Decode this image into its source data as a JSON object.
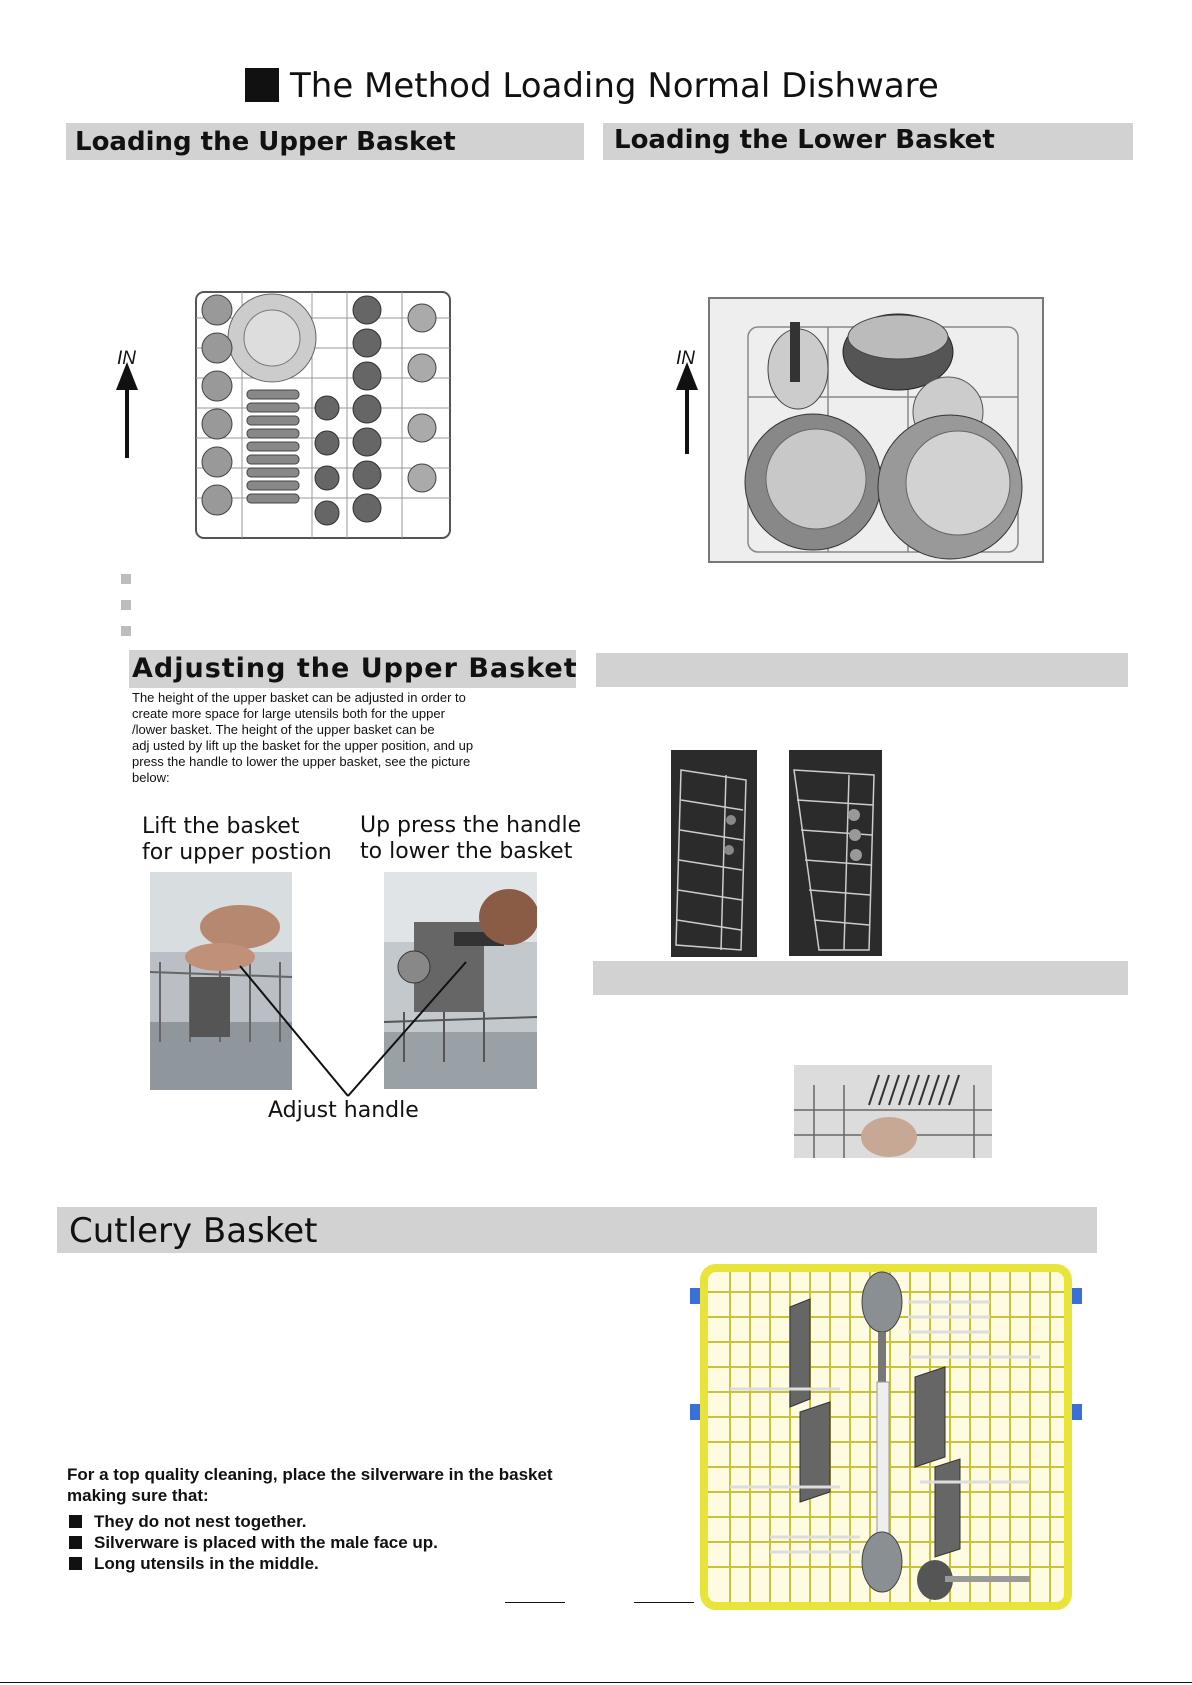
{
  "page": {
    "main_title": "The Method Loading Normal Dishware"
  },
  "upper_basket": {
    "heading": "Loading the Upper Basket",
    "direction_label": "IN"
  },
  "lower_basket": {
    "heading": "Loading the Lower Basket",
    "direction_label": "IN"
  },
  "adjusting": {
    "heading": "Adjusting the Upper Basket",
    "body_lines": [
      "The height of the upper basket can be adjusted in order to",
      "create more space for large utensils both for the upper",
      "/lower basket. The height of  the upper basket can be",
      "adj usted  by lift up the basket for the upper position, and up",
      "press the handle to lower the upper basket, see the picture",
      "below:"
    ],
    "caption_left_1": "Lift the basket",
    "caption_left_2": "for upper postion",
    "caption_right_1": "Up press the handle",
    "caption_right_2": "to lower the basket",
    "handle_label": "Adjust handle"
  },
  "cutlery": {
    "heading": "Cutlery Basket",
    "intro_1": "For a  top quality cleaning, place the silverware in the basket",
    "intro_2": "making sure that:",
    "bullets": [
      "They do not nest together.",
      "Silverware is placed  with the male face up.",
      "Long utensils in the middle."
    ]
  },
  "colors": {
    "heading_bar": "#d2d2d2",
    "cutlery_frame": "#e8e43a"
  }
}
